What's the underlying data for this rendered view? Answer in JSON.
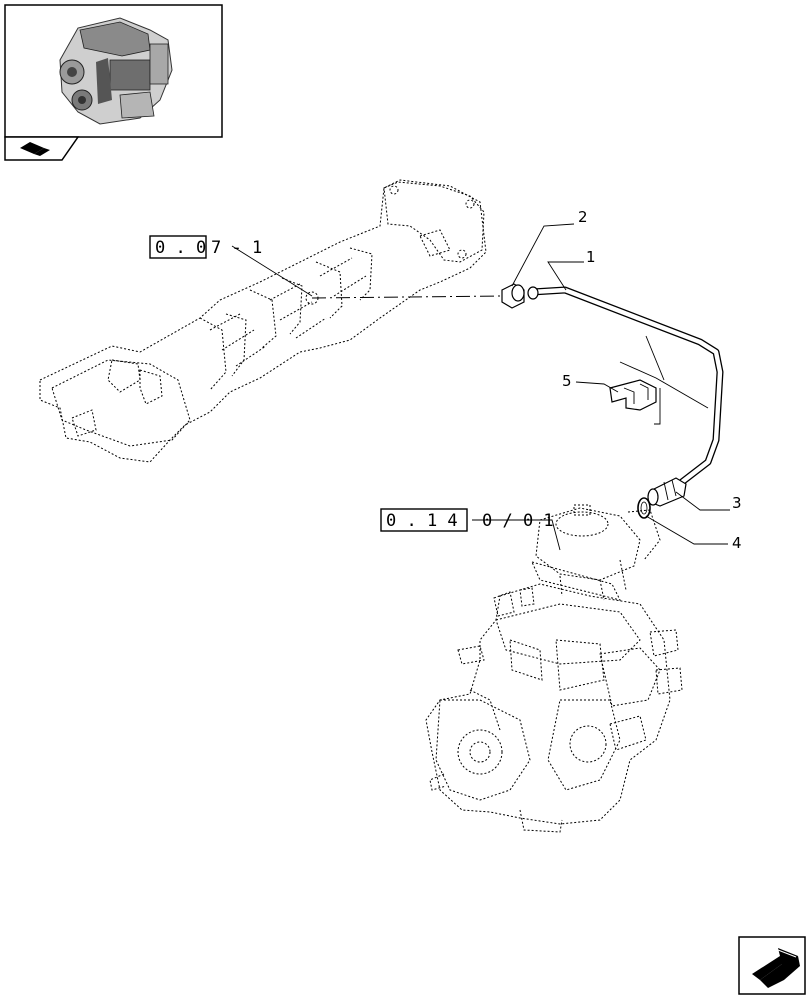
{
  "references": {
    "manifold": {
      "prefix": "0 . 0",
      "suffix": "7 - 1"
    },
    "pump": {
      "prefix": "0 . 1 4",
      "suffix": "0 / 0 1"
    }
  },
  "callouts": [
    "1",
    "2",
    "3",
    "4",
    "5"
  ],
  "icons": {
    "thumbnail": "engine-thumbnail-icon",
    "thumbnail_tab": "navigation-arrow-icon",
    "corner": "next-page-arrow-icon"
  }
}
